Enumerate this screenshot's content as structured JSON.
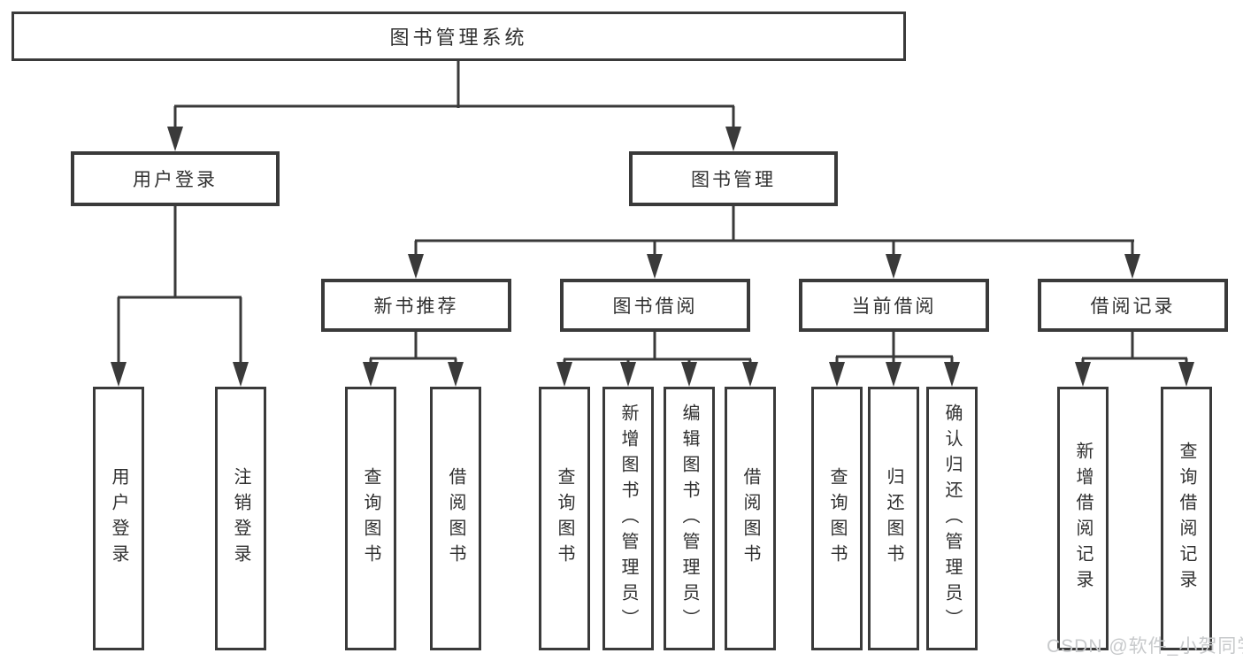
{
  "diagram": {
    "root": {
      "label": "图书管理系统"
    },
    "level2": [
      {
        "label": "用户登录"
      },
      {
        "label": "图书管理"
      }
    ],
    "level3": [
      {
        "label": "新书推荐"
      },
      {
        "label": "图书借阅"
      },
      {
        "label": "当前借阅"
      },
      {
        "label": "借阅记录"
      }
    ],
    "leaves": [
      {
        "label": "用户登录",
        "parent": "用户登录"
      },
      {
        "label": "注销登录",
        "parent": "用户登录"
      },
      {
        "label": "查询图书",
        "parent": "新书推荐"
      },
      {
        "label": "借阅图书",
        "parent": "新书推荐"
      },
      {
        "label": "查询图书",
        "parent": "图书借阅"
      },
      {
        "label": "新增图书（管理员）",
        "parent": "图书借阅"
      },
      {
        "label": "编辑图书（管理员）",
        "parent": "图书借阅"
      },
      {
        "label": "借阅图书",
        "parent": "图书借阅"
      },
      {
        "label": "查询图书",
        "parent": "当前借阅"
      },
      {
        "label": "归还图书",
        "parent": "当前借阅"
      },
      {
        "label": "确认归还（管理员）",
        "parent": "当前借阅"
      },
      {
        "label": "新增借阅记录",
        "parent": "借阅记录"
      },
      {
        "label": "查询借阅记录",
        "parent": "借阅记录"
      }
    ],
    "watermark": "CSDN @软件_小贺同学",
    "colors": {
      "line": "#3a3a3a",
      "text": "#303030",
      "background": "#ffffff",
      "watermark": "#c7c9cb"
    }
  }
}
